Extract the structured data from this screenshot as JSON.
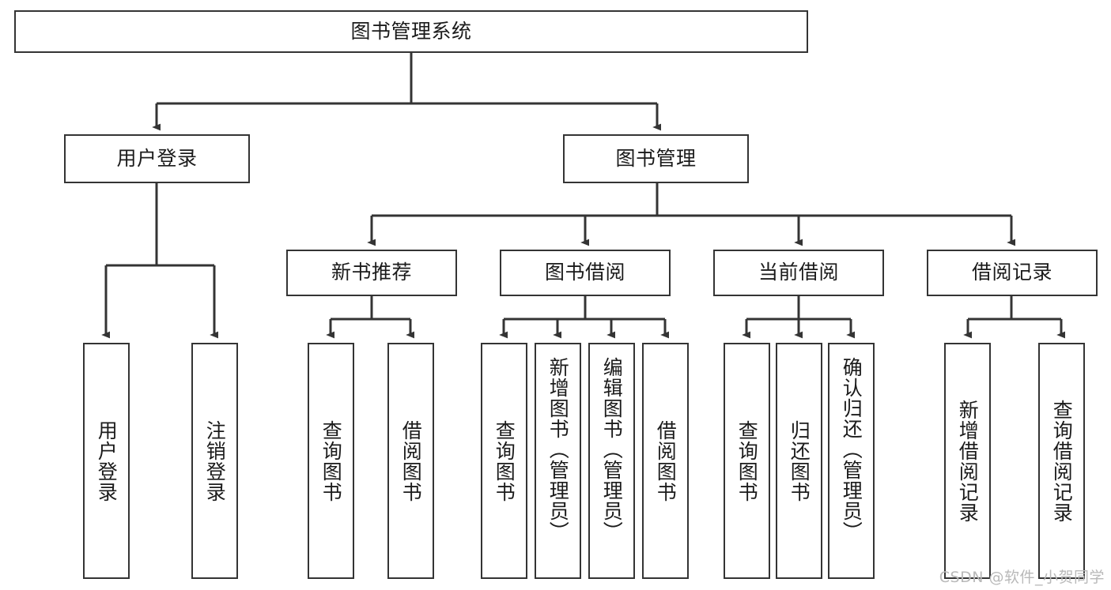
{
  "diagram": {
    "type": "hierarchy-tree",
    "title": "图书管理系统",
    "watermark": "CSDN @软件_小贺同学",
    "colors": {
      "stroke": "#343434",
      "fill": "#ffffff",
      "text": "#1b1b1b",
      "watermark": "#b9b9b9"
    },
    "nodes": {
      "root": {
        "label": "图书管理系统"
      },
      "level2": [
        {
          "id": "user-login",
          "label": "用户登录"
        },
        {
          "id": "book-manage",
          "label": "图书管理"
        }
      ],
      "level3": [
        {
          "id": "new-book-recommend",
          "label": "新书推荐"
        },
        {
          "id": "book-borrow",
          "label": "图书借阅"
        },
        {
          "id": "current-borrow",
          "label": "当前借阅"
        },
        {
          "id": "borrow-record",
          "label": "借阅记录"
        }
      ],
      "leaves": {
        "user_login": [
          {
            "id": "leaf-user-login",
            "label": "用户登录"
          },
          {
            "id": "leaf-logout",
            "label": "注销登录"
          }
        ],
        "new_book_recommend": [
          {
            "id": "leaf-query-book-1",
            "label": "查询图书"
          },
          {
            "id": "leaf-borrow-book-1",
            "label": "借阅图书"
          }
        ],
        "book_borrow": [
          {
            "id": "leaf-query-book-2",
            "label": "查询图书"
          },
          {
            "id": "leaf-add-book",
            "label": "新增图书（管理员）"
          },
          {
            "id": "leaf-edit-book",
            "label": "编辑图书（管理员）"
          },
          {
            "id": "leaf-borrow-book-2",
            "label": "借阅图书"
          }
        ],
        "current_borrow": [
          {
            "id": "leaf-query-book-3",
            "label": "查询图书"
          },
          {
            "id": "leaf-return-book",
            "label": "归还图书"
          },
          {
            "id": "leaf-confirm-return",
            "label": "确认归还（管理员）"
          }
        ],
        "borrow_record": [
          {
            "id": "leaf-add-record",
            "label": "新增借阅记录"
          },
          {
            "id": "leaf-query-record",
            "label": "查询借阅记录"
          }
        ]
      }
    }
  }
}
